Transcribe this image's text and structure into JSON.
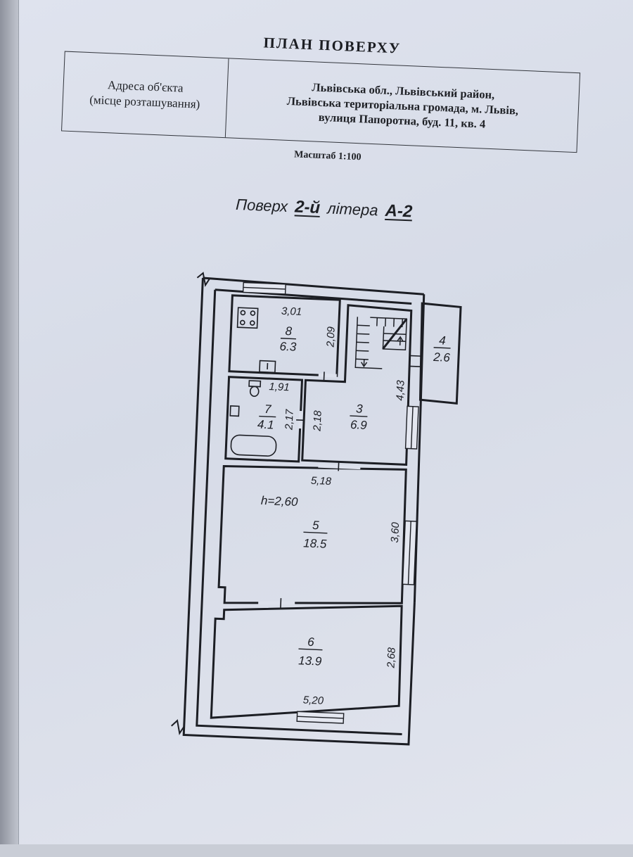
{
  "document": {
    "title": "ПЛАН ПОВЕРХУ",
    "address_label": [
      "Адреса об'єкта",
      "(місце розташування)"
    ],
    "address_value": [
      "Львівська обл., Львівський район,",
      "Львівська територіальна громада, м. Львів,",
      "вулиця Папоротна, буд. 11, кв. 4"
    ],
    "scale": "Масштаб 1:100"
  },
  "floor": {
    "prefix": "Поверх",
    "number": "2-й",
    "middle": "літера",
    "letter": "А-2"
  },
  "plan": {
    "ceiling_height": "h=2,60",
    "rooms": [
      {
        "id": "8",
        "area": "6.3",
        "width": "3,01",
        "length": "2,09"
      },
      {
        "id": "7",
        "area": "4.1",
        "width": "1,91",
        "length": "2,17"
      },
      {
        "id": "3",
        "area": "6.9",
        "width": "2,18",
        "length": "4,43"
      },
      {
        "id": "4",
        "area": "2.6"
      },
      {
        "id": "5",
        "area": "18.5",
        "width": "5,18",
        "length": "3,60"
      },
      {
        "id": "6",
        "area": "13.9",
        "width": "5,20",
        "length": "2,68"
      }
    ]
  }
}
